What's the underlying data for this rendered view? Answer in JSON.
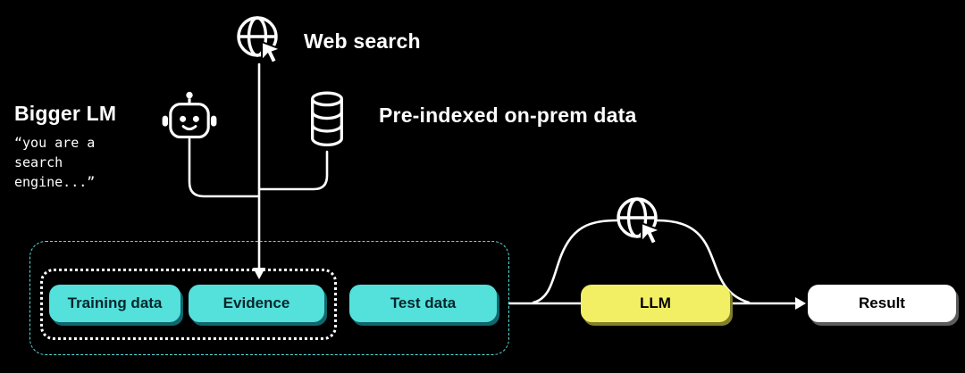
{
  "colors": {
    "background": "#000000",
    "cyan": "#54E0DB",
    "yellow": "#F2EF64",
    "white": "#FFFFFF",
    "wire": "#FFFFFF",
    "dashed_border": "#54E0DB",
    "pill_text_dark": "#04272B"
  },
  "labels": {
    "web_search": "Web search",
    "bigger_lm": "Bigger LM",
    "bigger_lm_quote": "“you are a\nsearch\nengine...”",
    "pre_indexed": "Pre-indexed on-prem data"
  },
  "nodes": {
    "training_data": "Training data",
    "evidence": "Evidence",
    "test_data": "Test data",
    "llm": "LLM",
    "result": "Result"
  },
  "icons": {
    "web_search_icon": "globe-with-cursor",
    "robot_icon": "robot-face",
    "database_icon": "database-cylinder",
    "llm_web_icon": "globe-with-cursor"
  }
}
